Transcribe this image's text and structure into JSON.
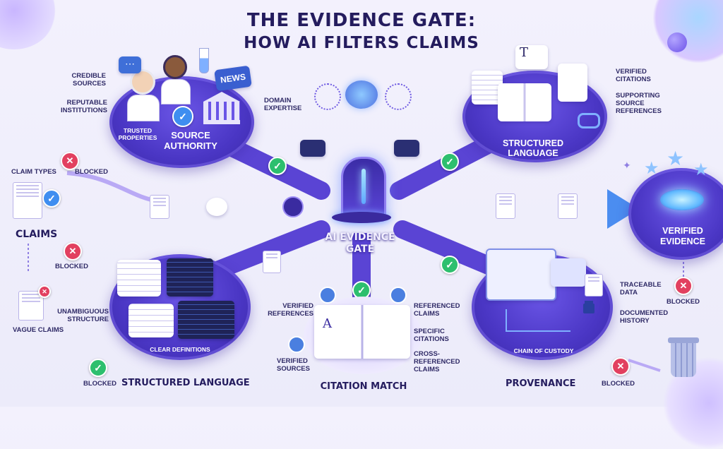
{
  "title": {
    "line1": "THE EVIDENCE GATE:",
    "line2": "HOW AI FILTERS CLAIMS"
  },
  "center": {
    "label": "AI EVIDENCE GATE"
  },
  "source_authority": {
    "title": "SOURCE AUTHORITY",
    "sub": "TRUSTED PROPERTIES",
    "news": "NEWS",
    "callouts": [
      "CREDIBLE SOURCES",
      "REPUTABLE INSTITUTIONS",
      "DOMAIN EXPERTISE"
    ]
  },
  "structured_top": {
    "title": "STRUCTURED LANGUAGE",
    "callouts": [
      "VERIFIED CITATIONS",
      "SUPPORTING SOURCE REFERENCES"
    ]
  },
  "left": {
    "claim_types": "CLAIM TYPES",
    "claims": "CLAIMS",
    "blocked_labels": [
      "BLOCKED",
      "BLOCKED",
      "BLOCKED"
    ],
    "unambiguous": "UNAMBIGUOUS STRUCTURE",
    "vague": "VAGUE CLAIMS"
  },
  "structured_bottom": {
    "hub_label": "CLEAR DEFINITIONS",
    "bottom_label": "STRUCTURED LANGUAGE"
  },
  "citation": {
    "bottom_label": "CITATION MATCH",
    "callouts_left": [
      "VERIFIED REFERENCES",
      "VERIFIED SOURCES"
    ],
    "callouts_right": [
      "REFERENCED CLAIMS",
      "SPECIFIC CITATIONS",
      "CROSS-REFERENCED CLAIMS"
    ]
  },
  "provenance": {
    "hub_label": "CHAIN OF CUSTODY",
    "bottom_label": "PROVENANCE",
    "callouts": [
      "TRACEABLE DATA",
      "DOCUMENTED HISTORY"
    ],
    "blocked": "BLOCKED"
  },
  "verified": {
    "label": "VERIFIED EVIDENCE",
    "blocked": "BLOCKED"
  },
  "colors": {
    "primary": "#4a36c4",
    "accent": "#7b66f0",
    "check": "#2dbf6e",
    "block": "#e2405f",
    "title": "#241c5e"
  }
}
